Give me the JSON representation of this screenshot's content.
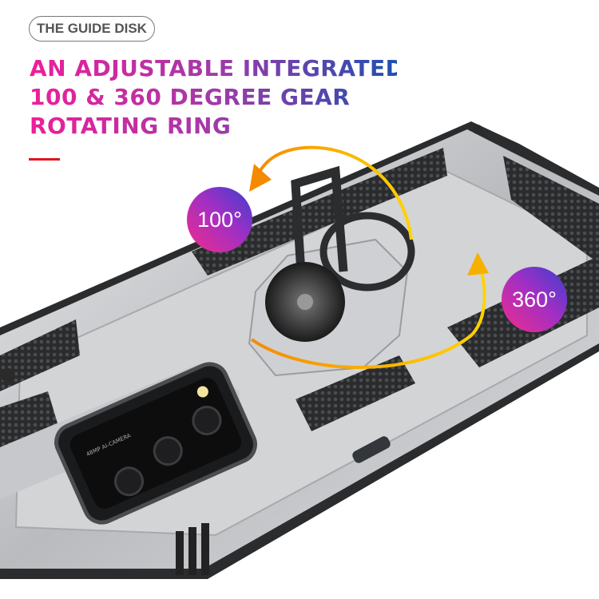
{
  "label_pill": "THE GUIDE DISK",
  "headline": [
    "AN ADJUSTABLE INTEGRATED",
    "100 & 360 DEGREE GEAR",
    "ROTATING RING"
  ],
  "badges": {
    "left": "100°",
    "right": "360°"
  },
  "camera_text": "48MP AI-CAMERA",
  "colors": {
    "accent_line": "#e0141e",
    "gradient_start": "#ee1e9a",
    "gradient_end": "#1f4fb0",
    "arrow": "#f6a300",
    "case": "#c8c9cb"
  }
}
